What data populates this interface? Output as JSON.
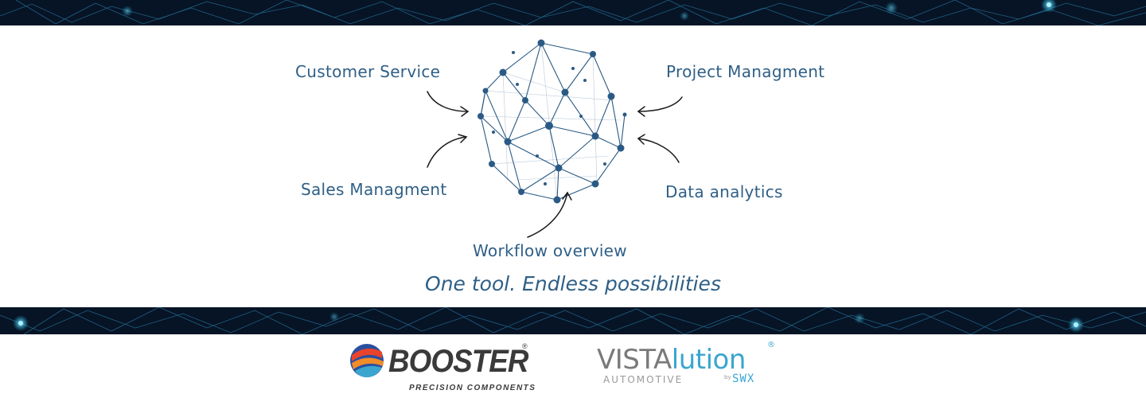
{
  "labels": {
    "customer_service": "Customer Service",
    "project_management": "Project Managment",
    "sales_management": "Sales Managment",
    "data_analytics": "Data analytics",
    "workflow_overview": "Workflow overview"
  },
  "tagline": "One tool. Endless possibilities",
  "logos": {
    "booster": {
      "name": "BOOSTER",
      "subtitle": "PRECISION COMPONENTS",
      "registered": "®"
    },
    "vistalution": {
      "name_gray": "VISTA",
      "name_blue": "lution",
      "subtitle": "AUTOMOTIVE",
      "by": "by",
      "brand": "SWX",
      "registered": "®"
    }
  },
  "colors": {
    "text_blue": "#2f5f86",
    "network_blue": "#2a5a84",
    "band_dark": "#061426",
    "band_glow": "#1fb6e6",
    "vista_gray": "#7a7a7a",
    "vista_blue": "#3aa6cf"
  }
}
